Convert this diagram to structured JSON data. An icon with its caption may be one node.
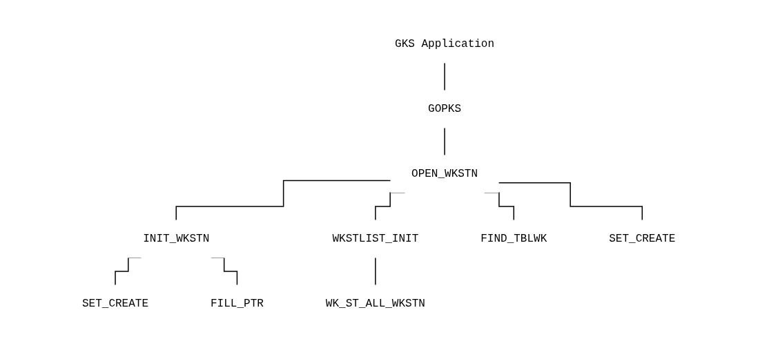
{
  "diagram": {
    "nodes": [
      {
        "text": [
          "GKS Application"
        ]
      },
      {
        "text": [
          "GOPKS"
        ]
      },
      {
        "text": [
          "OPEN_WKSTN"
        ]
      },
      {
        "text": [
          "INIT_WKSTN"
        ]
      },
      {
        "text": [
          "WKSTLIST_INIT"
        ]
      },
      {
        "text": [
          "FIND_TBLWK"
        ]
      },
      {
        "text": [
          "SET_CREATE"
        ]
      },
      {
        "text": [
          "WK_ST_ALL_WKSTN"
        ]
      },
      {
        "text": [
          "SET_CREATE"
        ]
      },
      {
        "text": [
          "FILL_PTR"
        ]
      }
    ],
    "edges": [
      {
        "from": 0,
        "to": 1,
        "arrow": "none"
      },
      {
        "from": 1,
        "to": 2,
        "arrow": "none"
      },
      {
        "from": 2,
        "to": 3,
        "arrow": "none"
      },
      {
        "from": 2,
        "to": 4,
        "arrow": "none"
      },
      {
        "from": 2,
        "to": 5,
        "arrow": "none"
      },
      {
        "from": 2,
        "to": 6,
        "arrow": "none"
      },
      {
        "from": 4,
        "to": 7,
        "arrow": "none"
      },
      {
        "from": 3,
        "to": 8,
        "arrow": "none"
      },
      {
        "from": 3,
        "to": 9,
        "arrow": "none"
      }
    ]
  }
}
